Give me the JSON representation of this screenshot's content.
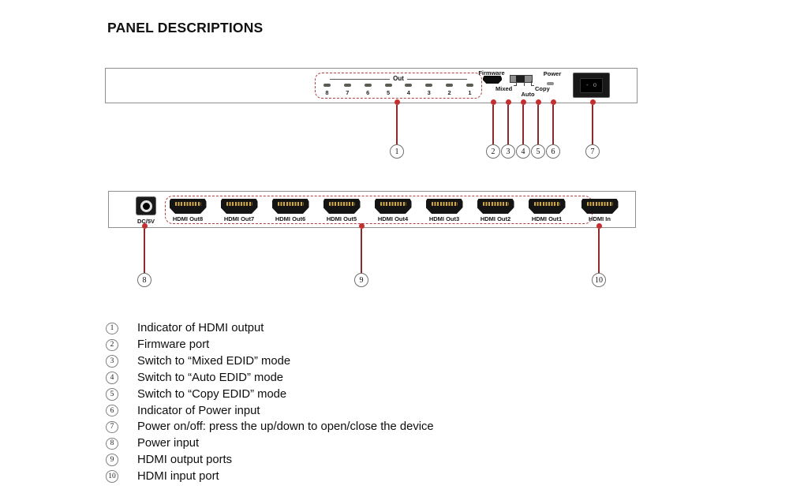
{
  "title": "PANEL DESCRIPTIONS",
  "front_panel": {
    "out_label": "Out",
    "led_numbers": [
      "8",
      "7",
      "6",
      "5",
      "4",
      "3",
      "2",
      "1"
    ],
    "firmware_label": "Firmware",
    "mixed_label": "Mixed",
    "auto_label": "Auto",
    "copy_label": "Copy",
    "power_label": "Power",
    "rocker_off_mark": "-",
    "rocker_on_mark": "o",
    "callouts": [
      "1",
      "2",
      "3",
      "4",
      "5",
      "6",
      "7"
    ]
  },
  "rear_panel": {
    "dc_label": "DC/5V",
    "out_ports": [
      "HDMI Out8",
      "HDMI Out7",
      "HDMI Out6",
      "HDMI Out5",
      "HDMI Out4",
      "HDMI Out3",
      "HDMI Out2",
      "HDMI Out1"
    ],
    "in_port": "HDMI In",
    "callouts": [
      "8",
      "9",
      "10"
    ]
  },
  "descriptions": [
    {
      "num": "1",
      "text": "Indicator of HDMI output"
    },
    {
      "num": "2",
      "text": "Firmware port"
    },
    {
      "num": "3",
      "text": "Switch to “Mixed EDID” mode"
    },
    {
      "num": "4",
      "text": "Switch to “Auto EDID” mode"
    },
    {
      "num": "5",
      "text": "Switch to “Copy EDID” mode"
    },
    {
      "num": "6",
      "text": "Indicator of Power input"
    },
    {
      "num": "7",
      "text": "Power on/off: press the up/down to open/close the device"
    },
    {
      "num": "8",
      "text": "Power input"
    },
    {
      "num": "9",
      "text": "HDMI output ports"
    },
    {
      "num": "10",
      "text": "HDMI input port"
    }
  ],
  "colors": {
    "accent_dot": "#c43030",
    "callout_line": "#8b2a2a",
    "dashed_group_box": "#b04040",
    "panel_border": "#909090",
    "hdmi_pins_gold": "#c9a850"
  }
}
